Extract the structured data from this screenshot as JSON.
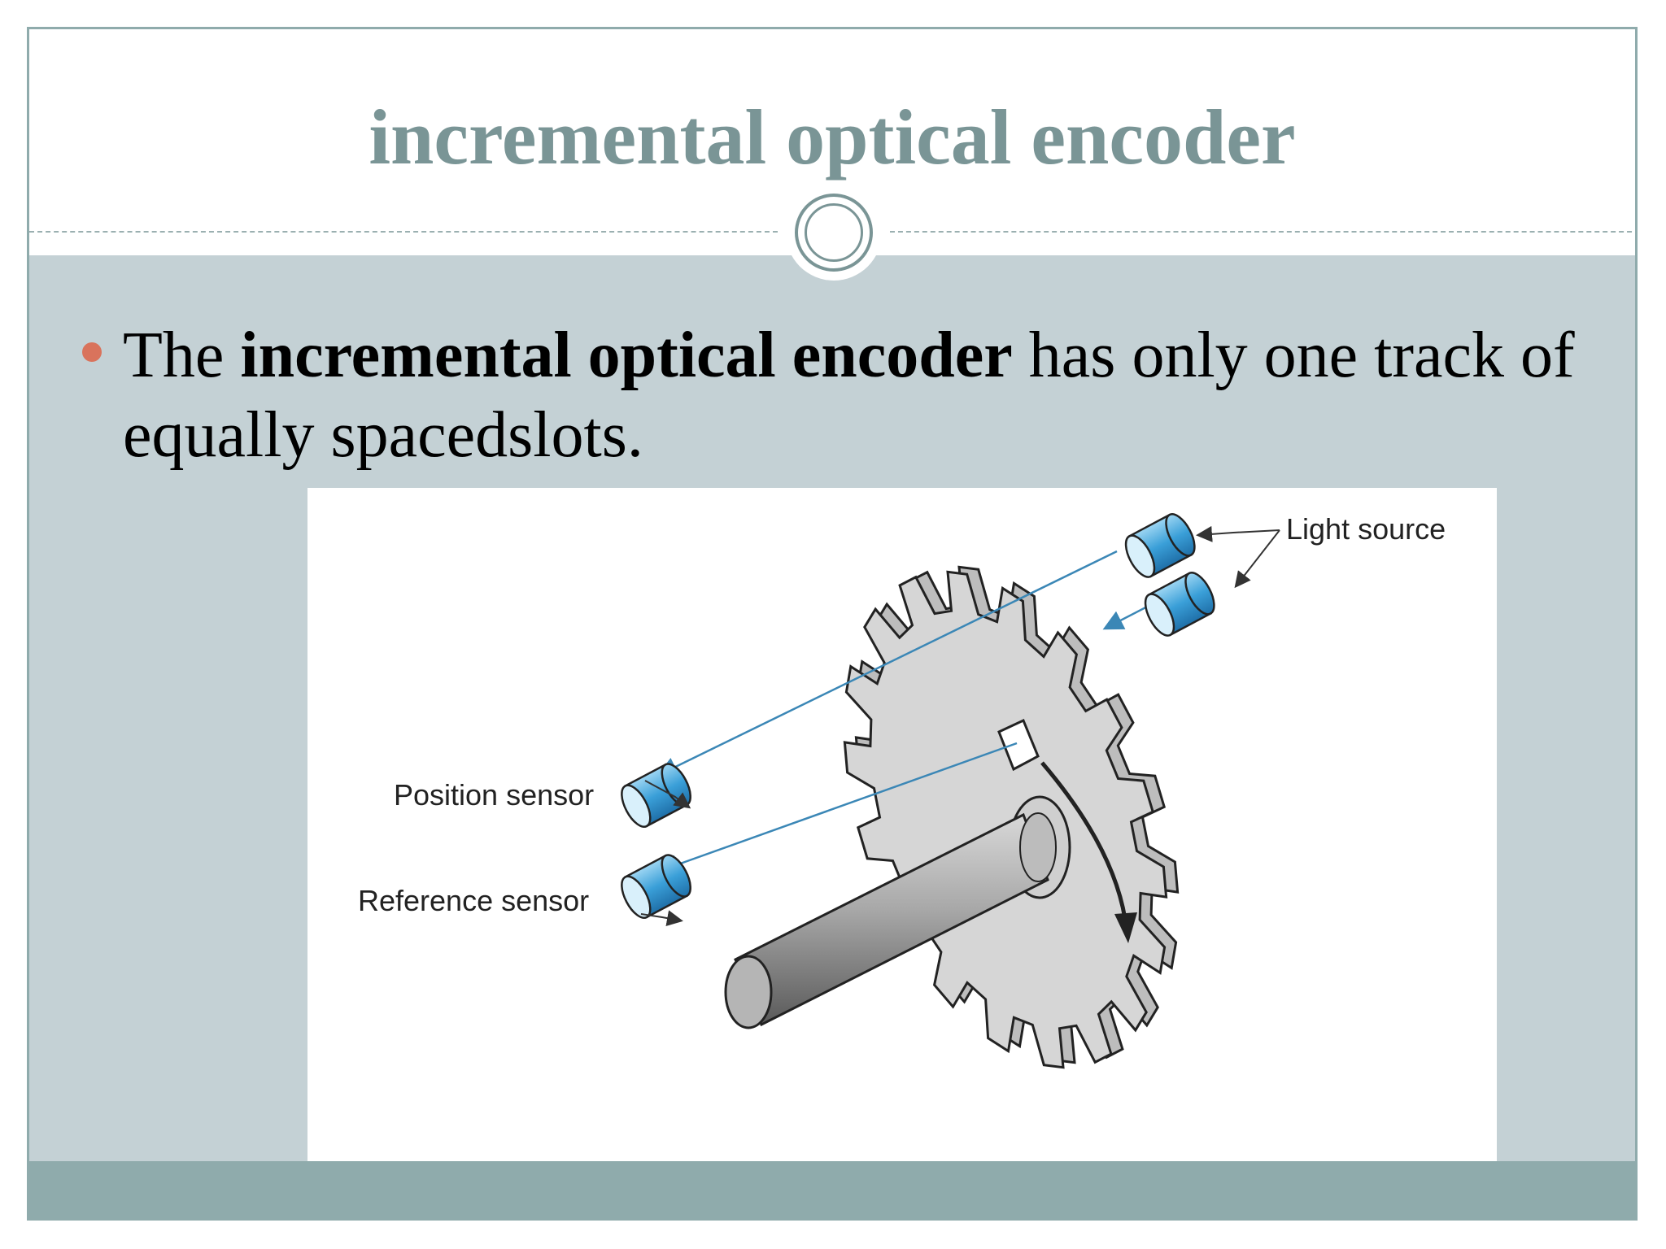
{
  "slide": {
    "title": "incremental optical encoder",
    "bullet": {
      "prefix": "The ",
      "bold": "incremental optical encoder",
      "suffix": " has only one track of equally spacedslots."
    }
  },
  "figure": {
    "labels": {
      "light_source": "Light source",
      "position_sensor": "Position sensor",
      "reference_sensor": "Reference sensor"
    }
  },
  "colors": {
    "title": "#7a9596",
    "content_bg": "#c4d1d5",
    "footer_bg": "#8fabac",
    "bullet": "#d9735c",
    "sensor_blue": "#3a9fd8"
  }
}
